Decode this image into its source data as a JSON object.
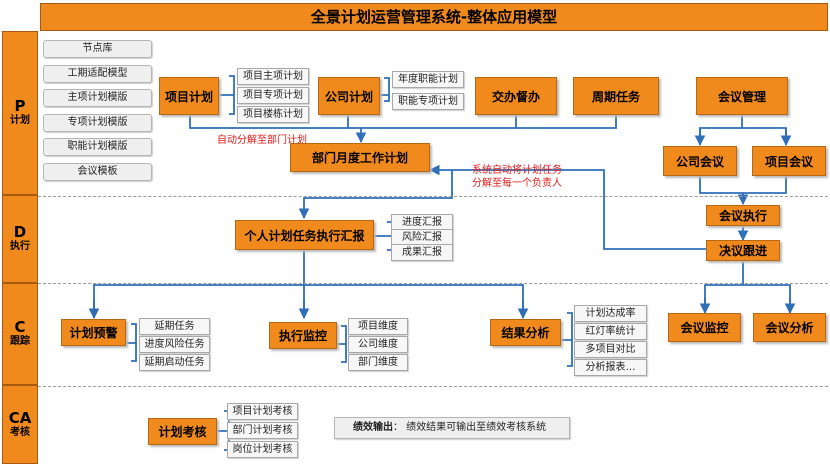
{
  "title": "全景计划运营管理系统-整体应用模型",
  "phases": {
    "p": {
      "big": "P",
      "small": "计划"
    },
    "d": {
      "big": "D",
      "small": "执行"
    },
    "c": {
      "big": "C",
      "small": "跟踪"
    },
    "ca": {
      "big": "CA",
      "small": "考核"
    }
  },
  "templates": [
    "节点库",
    "工期适配模型",
    "主项计划模版",
    "专项计划模版",
    "职能计划模版",
    "会议模板"
  ],
  "plan": {
    "project_plan": "项目计划",
    "project_plan_items": [
      "项目主项计划",
      "项目专项计划",
      "项目楼栋计划"
    ],
    "company_plan": "公司计划",
    "company_plan_items": [
      "年度职能计划",
      "职能专项计划"
    ],
    "supervision": "交办督办",
    "weekly_tasks": "周期任务",
    "meeting_mgmt": "会议管理",
    "dept_monthly": "部门月度工作计划",
    "auto_decompose_note": "自动分解至部门计划",
    "system_note_line1": "系统自动将计划任务",
    "system_note_line2": "分解至每一个负责人",
    "company_meeting": "公司会议",
    "project_meeting": "项目会议"
  },
  "execute": {
    "personal_report": "个人计划任务执行汇报",
    "report_items": [
      "进度汇报",
      "风险汇报",
      "成果汇报"
    ],
    "meeting_exec": "会议执行",
    "resolution_follow": "决议跟进"
  },
  "check": {
    "plan_warning": "计划预警",
    "warning_items": [
      "延期任务",
      "进度风险任务",
      "延期启动任务"
    ],
    "exec_monitor": "执行监控",
    "monitor_items": [
      "项目维度",
      "公司维度",
      "部门维度"
    ],
    "result_analysis": "结果分析",
    "analysis_items": [
      "计划达成率",
      "红灯率统计",
      "多项目对比",
      "分析报表…"
    ],
    "meeting_monitor": "会议监控",
    "meeting_analysis": "会议分析"
  },
  "assess": {
    "plan_assess": "计划考核",
    "assess_items": [
      "项目计划考核",
      "部门计划考核",
      "岗位计划考核"
    ],
    "output_label": "绩效输出",
    "output_text": "：   绩效结果可输出至绩效考核系统"
  },
  "colors": {
    "orange": "#f08a1d",
    "wire": "#2f6fb8",
    "red": "#e01818"
  },
  "icons": {
    "connector": "arrow-connector-icon"
  }
}
